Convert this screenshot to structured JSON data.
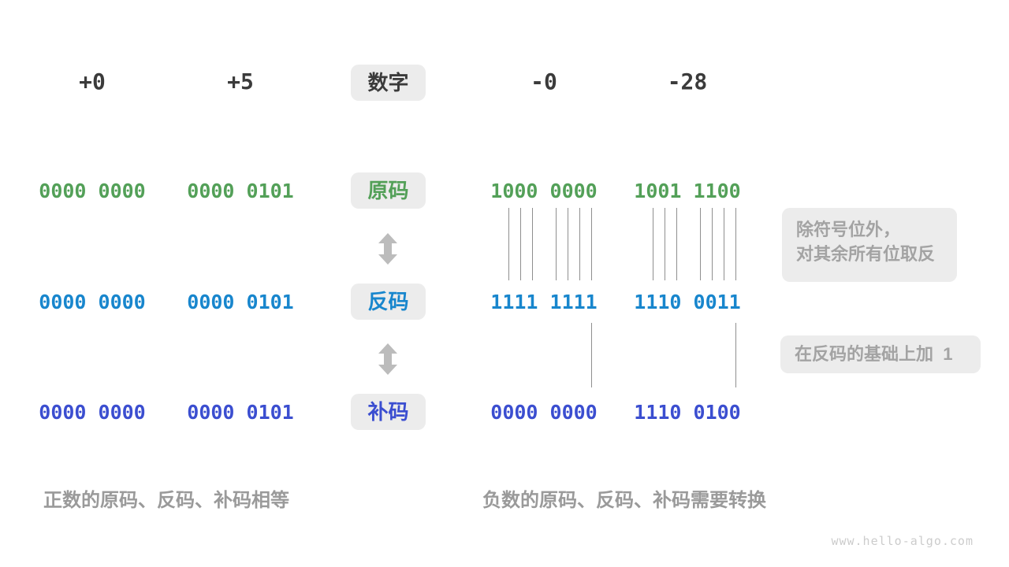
{
  "page": {
    "watermark": "www.hello-algo.com"
  },
  "colors": {
    "number_text": "#3b3b3b",
    "sign_magnitude_green": "#53a058",
    "ones_complement_blue": "#1886cd",
    "twos_complement_indigo": "#3b4ed0",
    "badge_background": "#ececec",
    "annotation_text": "#a3a3a3",
    "caption_text": "#9a9a9a",
    "arrow_gray": "#bcbcbc",
    "tick_line_gray": "#8f8f8f"
  },
  "header": {
    "badge_label": "数字",
    "columns": [
      "+0",
      "+5",
      "-0",
      "-28"
    ]
  },
  "rows": [
    {
      "badge": "原码",
      "values": [
        "0000 0000",
        "0000 0101",
        "1000 0000",
        "1001 1100"
      ]
    },
    {
      "badge": "反码",
      "values": [
        "0000 0000",
        "0000 0101",
        "1111 1111",
        "1110 0011"
      ]
    },
    {
      "badge": "补码",
      "values": [
        "0000 0000",
        "0000 0101",
        "0000 0000",
        "1110 0100"
      ]
    }
  ],
  "annotations": {
    "invert_note": "除符号位外，\n对其余所有位取反",
    "add_one_note": "在反码的基础上加  1"
  },
  "captions": {
    "positive": "正数的原码、反码、补码相等",
    "negative": "负数的原码、反码、补码需要转换"
  }
}
